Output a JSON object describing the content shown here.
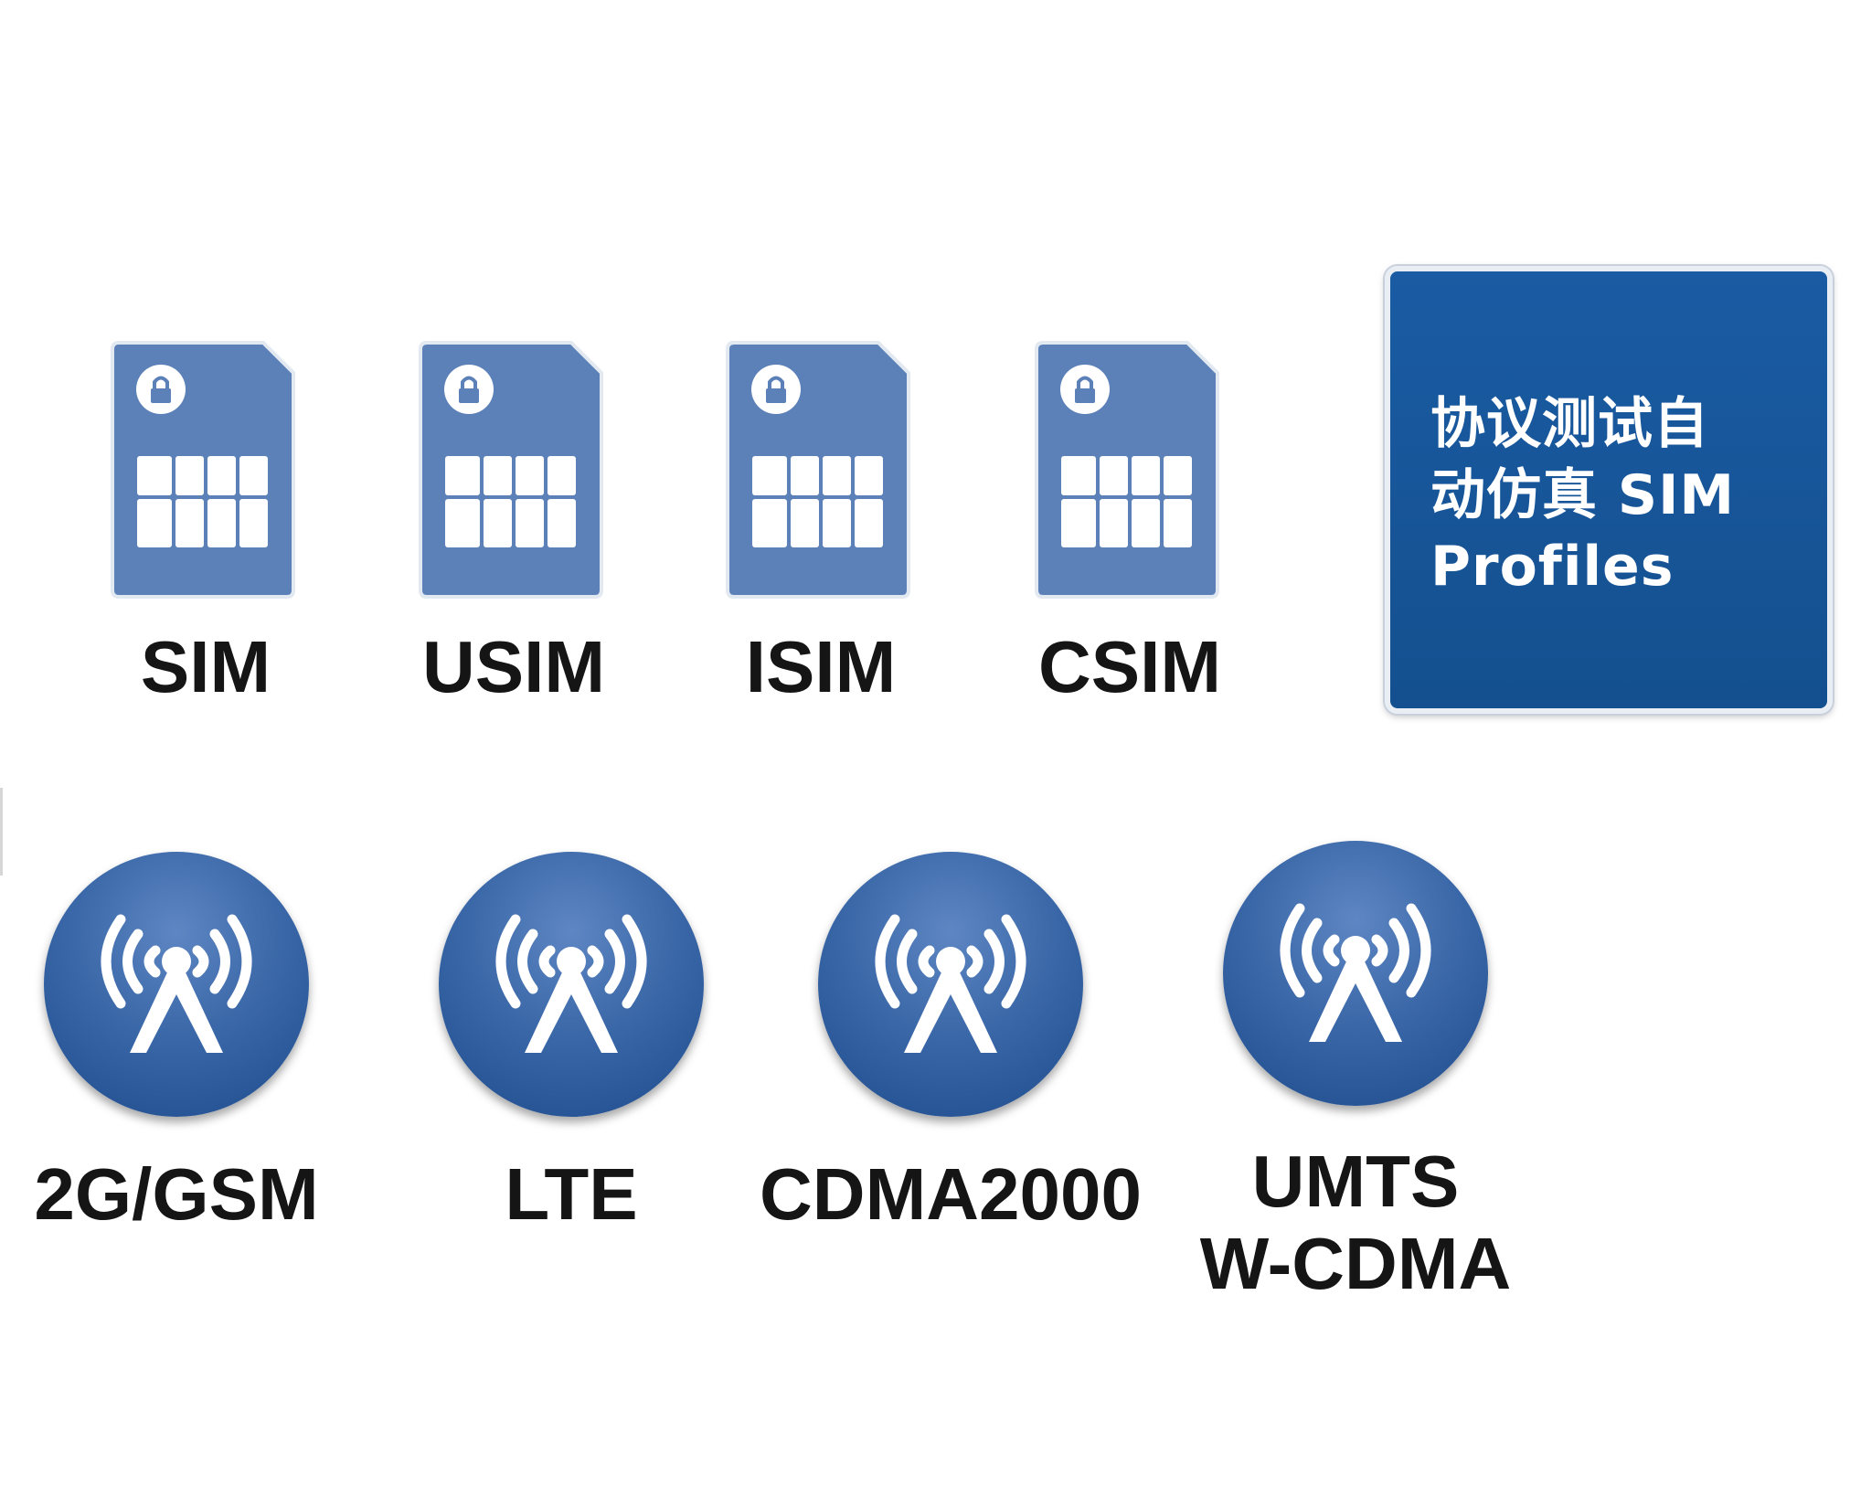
{
  "sim_types": [
    {
      "label": "SIM",
      "icon": "sim-card-icon"
    },
    {
      "label": "USIM",
      "icon": "sim-card-icon"
    },
    {
      "label": "ISIM",
      "icon": "sim-card-icon"
    },
    {
      "label": "CSIM",
      "icon": "sim-card-icon"
    }
  ],
  "profiles_box": {
    "line1": "协议测试自",
    "line2": "动仿真 SIM",
    "line3": "Profiles"
  },
  "networks": [
    {
      "label": "2G/GSM",
      "icon": "antenna-tower-icon"
    },
    {
      "label": "LTE",
      "icon": "antenna-tower-icon"
    },
    {
      "label": "CDMA2000",
      "icon": "antenna-tower-icon"
    },
    {
      "line1": "UMTS",
      "line2": "W-CDMA",
      "icon": "antenna-tower-icon"
    }
  ],
  "colors": {
    "sim_card": "#5c80b8",
    "profiles_box": "#1a5ba3",
    "network_circle_dark": "#1d4b8c",
    "network_circle_light": "#5e86c3",
    "label_text": "#151515"
  }
}
